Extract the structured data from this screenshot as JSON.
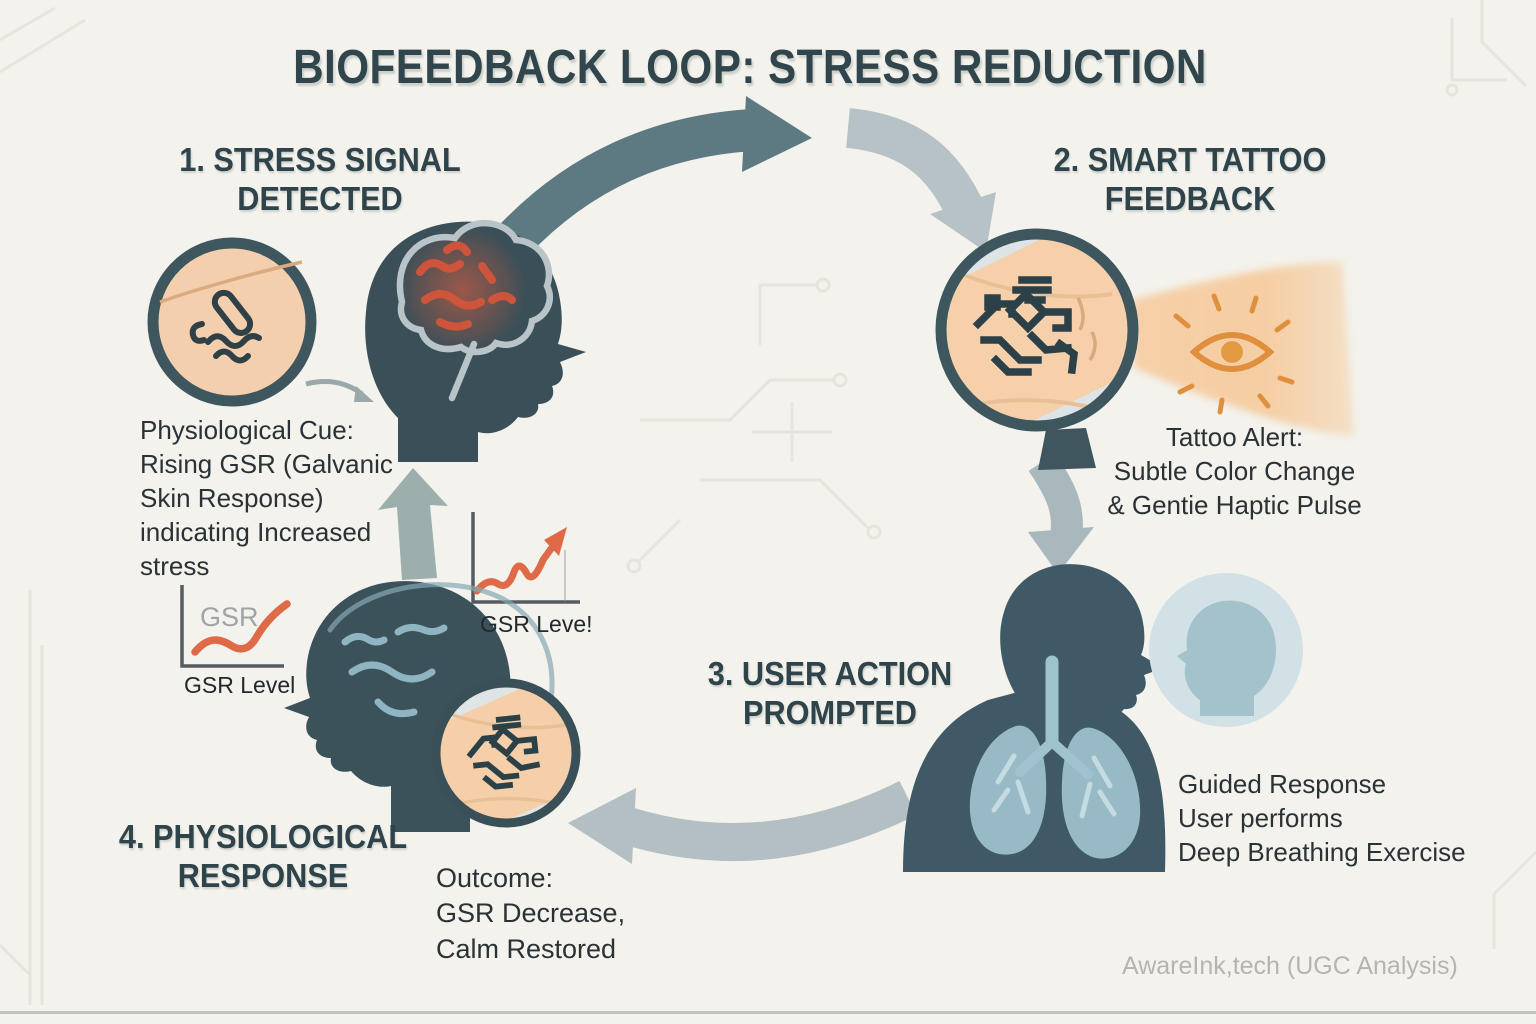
{
  "title": "BIOFEEDBACK LOOP: STRESS REDUCTION",
  "watermark": "AwareInk,tech (UGC Analysis)",
  "steps": {
    "step1": {
      "heading": "1. STRESS SIGNAL\nDETECTED",
      "note": "Physiological Cue:\nRising GSR (Galvanic\nSkin Response)\nindicating Increased\nstress"
    },
    "step2": {
      "heading": "2. SMART TATTOO\nFEEDBACK",
      "note": "Tattoo Alert:\nSubtle Color Change\n& Gentie Haptic Pulse"
    },
    "step3": {
      "heading": "3. USER ACTION\nPROMPTED",
      "note": "Guided Response\nUser performs\nDeep Breathing Exercise"
    },
    "step4": {
      "heading": "4. PHYSIOLOGICAL\nRESPONSE",
      "note": "Outcome:\nGSR Decrease,\nCalm Restored"
    }
  },
  "charts": {
    "chart1": {
      "type": "line",
      "inner_label": "GSR",
      "caption": "GSR Level",
      "trend": "rising",
      "line_color": "#df6a48"
    },
    "chart2": {
      "type": "line",
      "caption": "GSR Leve!",
      "trend": "rising-with-arrow",
      "line_color": "#df6a48"
    }
  },
  "icons": {
    "step1_cue": "gsr-skin-circle-icon",
    "step1_main": "head-stressed-brain-icon",
    "step2_main": "smart-tattoo-wrist-icon",
    "step2_alert": "alert-eye-icon",
    "step3_main": "torso-lungs-breathing-icon",
    "step3_bubble": "breath-bubble-head-icon",
    "step4_main": "calm-head-icon",
    "step4_wrist": "wrist-tattoo-small-icon"
  },
  "colors": {
    "background": "#f3f2ec",
    "dark_slate": "#3a4f58",
    "heading_text": "#2e444a",
    "body_text": "#2b3236",
    "arrow_dark": "#5d7a82",
    "arrow_light": "#b6c2c5",
    "skin": "#f4cfad",
    "accent_orange": "#df6a48",
    "alert_orange": "#e08f3c",
    "calm_blue": "#9fc2cf"
  }
}
